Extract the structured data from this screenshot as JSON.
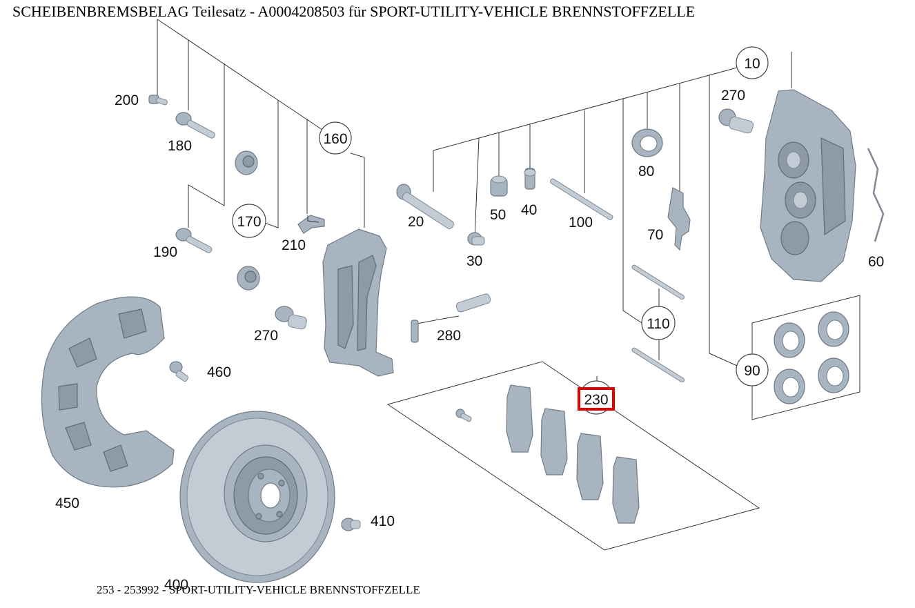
{
  "title": "SCHEIBENBREMSBELAG Teilesatz - A0004208503 für SPORT-UTILITY-VEHICLE BRENNSTOFFZELLE",
  "footer": "253 - 253992 - SPORT-UTILITY-VEHICLE BRENNSTOFFZELLE",
  "highlight_color": "#e00000",
  "callouts": {
    "c10": "10",
    "c20": "20",
    "c30": "30",
    "c40": "40",
    "c50": "50",
    "c60": "60",
    "c70": "70",
    "c80": "80",
    "c90": "90",
    "c100": "100",
    "c110": "110",
    "c160": "160",
    "c170": "170",
    "c180": "180",
    "c190": "190",
    "c200": "200",
    "c210": "210",
    "c230": "230",
    "c270a": "270",
    "c270b": "270",
    "c280": "280",
    "c400": "400",
    "c410": "410",
    "c450": "450",
    "c460": "460"
  },
  "selected_callout": "230"
}
